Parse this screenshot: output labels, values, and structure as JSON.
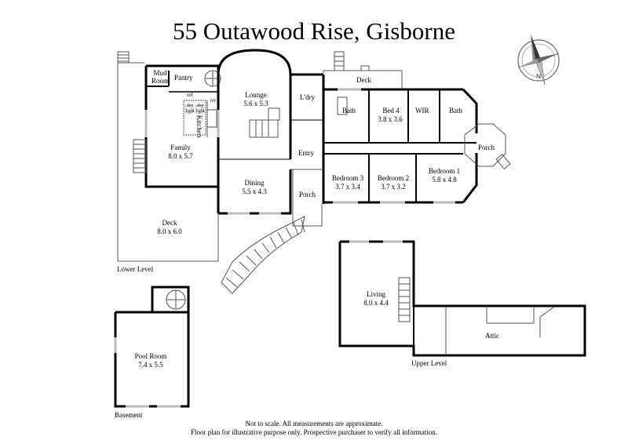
{
  "title": "55 Outawood Rise, Gisborne",
  "levels": {
    "lower": "Lower Level",
    "upper": "Upper Level",
    "basement": "Basement"
  },
  "rooms": {
    "mud_room": "Mud\nRoom",
    "pantry": "Pantry",
    "lounge": {
      "name": "Lounge",
      "size": "5.6 x 5.3"
    },
    "ldry": "L'dry",
    "deck_top": "Deck",
    "bath1": "Bath",
    "bed4": {
      "name": "Bed 4",
      "size": "3.8 x 3.6"
    },
    "wir": "WIR",
    "bath2": "Bath",
    "porch_right": "Porch",
    "kitchen": "Kitchen",
    "ref": "ref",
    "ov": "ov",
    "sky1": "sky\nlight",
    "sky2": "sky\nlight",
    "family": {
      "name": "Family",
      "size": "8.0 x 5.7"
    },
    "entry": "Entry",
    "bedroom3": {
      "name": "Bedroom 3",
      "size": "3.7 x 3.4"
    },
    "bedroom2": {
      "name": "Bedroom 2",
      "size": "3.7 x 3.2"
    },
    "bedroom1": {
      "name": "Bedroom 1",
      "size": "5.8 x 4.8"
    },
    "dining": {
      "name": "Dining",
      "size": "5.5 x 4.3"
    },
    "porch_front": "Porch",
    "deck_main": {
      "name": "Deck",
      "size": "8.0 x 6.0"
    },
    "living": {
      "name": "Living",
      "size": "8.0 x 4.4"
    },
    "attic": "Attic",
    "pool_room": {
      "name": "Pool Room",
      "size": "7.4 x 5.5"
    }
  },
  "footer": {
    "line1": "Not to scale. All measurements are approximate.",
    "line2": "Floor plan for illustrative purpose only. Prospective purchaser to verify all information."
  }
}
